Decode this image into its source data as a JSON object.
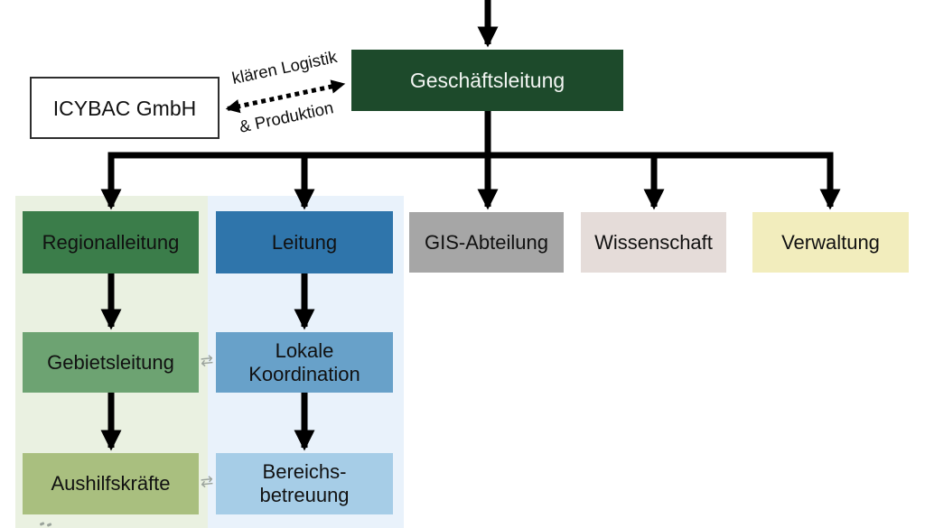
{
  "diagram": {
    "partner": {
      "label": "ICYBAC GmbH"
    },
    "link": {
      "label_line1": "klären Logistik",
      "label_line2": "& Produktion"
    },
    "root": {
      "label": "Geschäftsleitung"
    },
    "branches": [
      {
        "id": "regional",
        "levels": [
          {
            "label": "Regionalleitung"
          },
          {
            "label": "Gebietsleitung"
          },
          {
            "label": "Aushilfskräfte"
          }
        ]
      },
      {
        "id": "lokal",
        "levels": [
          {
            "label": "Leitung"
          },
          {
            "label": "Lokale Koordination"
          },
          {
            "label": "Bereichs-betreuung"
          }
        ]
      },
      {
        "id": "gis",
        "levels": [
          {
            "label": "GIS-Abteilung"
          }
        ]
      },
      {
        "id": "wissenschaft",
        "levels": [
          {
            "label": "Wissenschaft"
          }
        ]
      },
      {
        "id": "verwaltung",
        "levels": [
          {
            "label": "Verwaltung"
          }
        ]
      }
    ],
    "icons": {
      "swap": "⇄"
    },
    "colors": {
      "root_bg": "#1d4a2b",
      "regional_l1": "#3b7d4a",
      "regional_l2": "#6da372",
      "regional_l3": "#a9bf7f",
      "lokal_l1": "#2f75ab",
      "lokal_l2": "#68a1c9",
      "lokal_l3": "#a6cde7",
      "gis_bg": "#a6a6a6",
      "wissenschaft_bg": "#e5dcd9",
      "verwaltung_bg": "#f2edbd",
      "panel_green": "#eaf1e1",
      "panel_blue": "#e9f2fb",
      "connector": "#000000",
      "swap_icon": "#9ba39c"
    }
  }
}
